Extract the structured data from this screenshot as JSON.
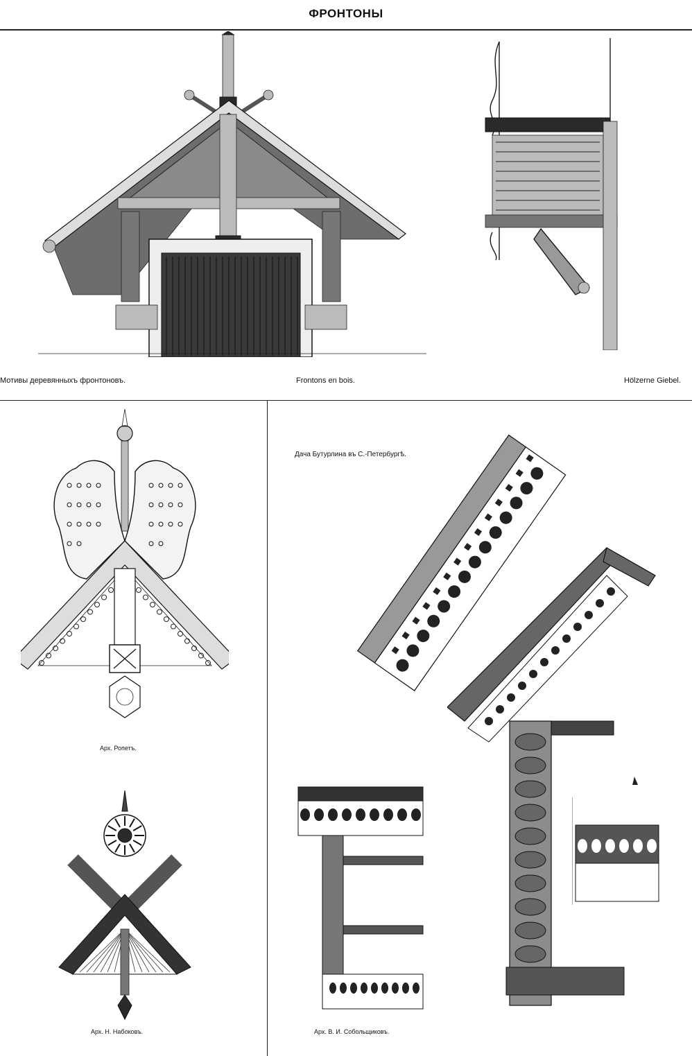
{
  "page": {
    "title": "ФРОНТОНЫ"
  },
  "captions": {
    "left": "Мотивы деревянныхъ фронтоновъ.",
    "center": "Frontons en bois.",
    "right": "Hölzerne Giebel."
  },
  "plates": {
    "ropet_label": "Арх. Ропетъ.",
    "nabokov_label": "Арх. Н. Набоковъ.",
    "sobolshchikov_label": "Арх. В. И. Собольщиковъ.",
    "buturlin_label": "Дача Бутурлина въ С.-Петербургѣ."
  }
}
